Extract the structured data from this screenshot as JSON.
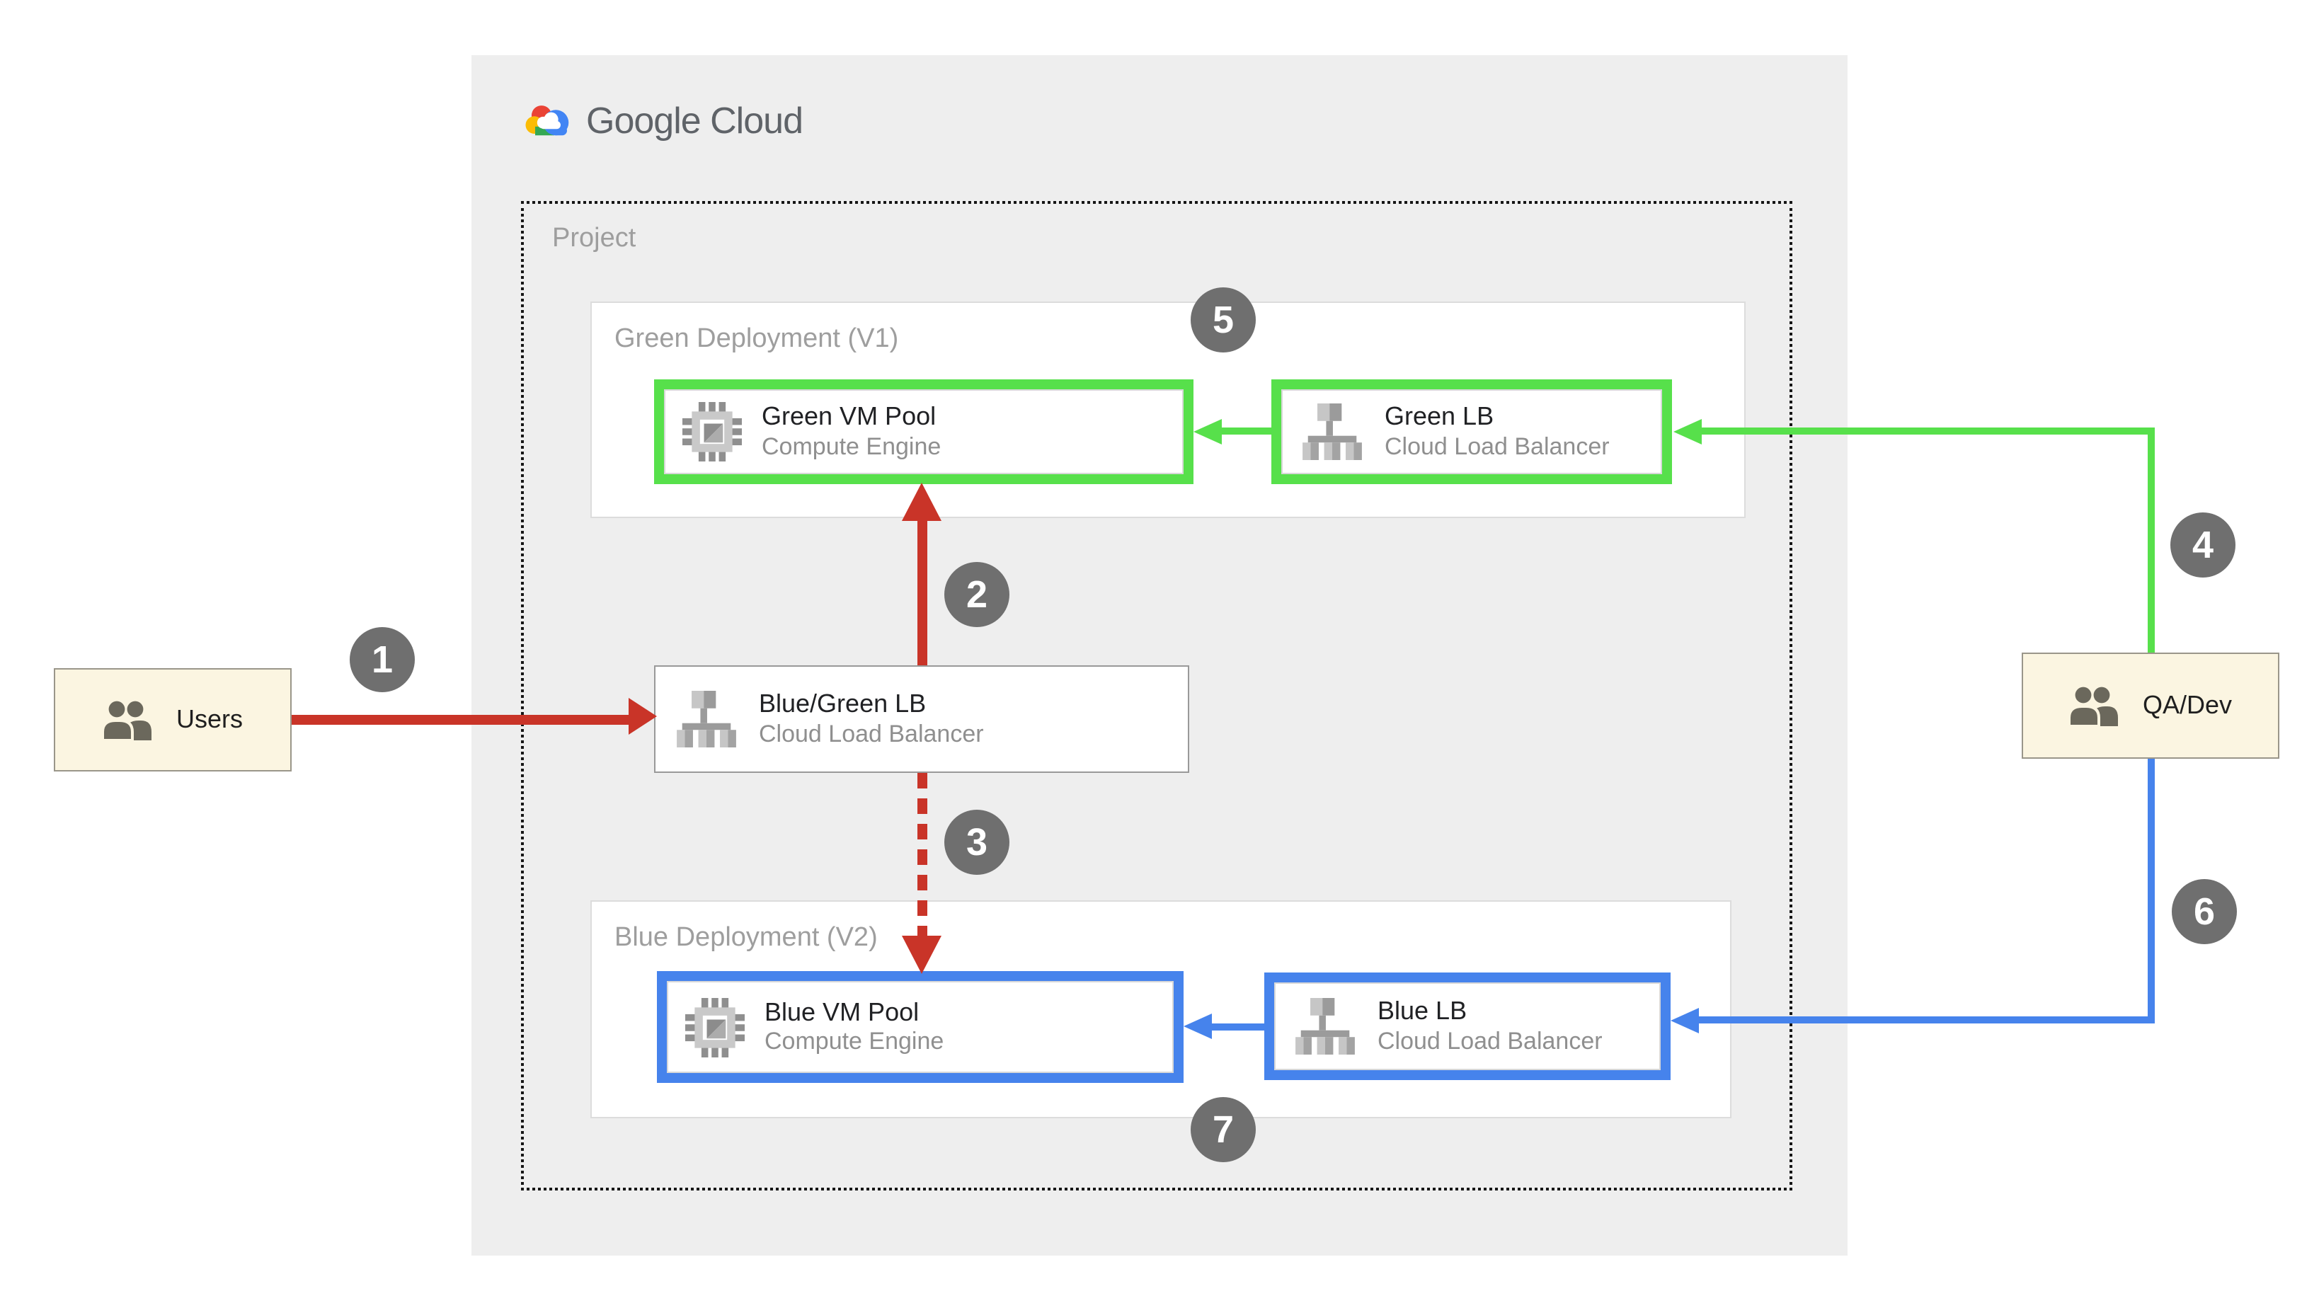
{
  "brand": {
    "name": "Google Cloud",
    "logo_icon": "google-cloud-logo"
  },
  "project": {
    "label": "Project"
  },
  "groups": {
    "green": {
      "title": "Green Deployment (V1)"
    },
    "blue": {
      "title": "Blue Deployment (V2)"
    }
  },
  "nodes": {
    "green_vm": {
      "title": "Green VM Pool",
      "subtitle": "Compute Engine",
      "icon": "compute-engine-icon"
    },
    "green_lb": {
      "title": "Green LB",
      "subtitle": "Cloud Load Balancer",
      "icon": "load-balancer-icon"
    },
    "bluegreen_lb": {
      "title": "Blue/Green LB",
      "subtitle": "Cloud Load Balancer",
      "icon": "load-balancer-icon"
    },
    "blue_vm": {
      "title": "Blue VM Pool",
      "subtitle": "Compute Engine",
      "icon": "compute-engine-icon"
    },
    "blue_lb": {
      "title": "Blue LB",
      "subtitle": "Cloud Load Balancer",
      "icon": "load-balancer-icon"
    }
  },
  "actors": {
    "users": {
      "label": "Users",
      "icon": "people-icon"
    },
    "qa_dev": {
      "label": "QA/Dev",
      "icon": "people-icon"
    }
  },
  "badges": {
    "b1": "1",
    "b2": "2",
    "b3": "3",
    "b4": "4",
    "b5": "5",
    "b6": "6",
    "b7": "7"
  },
  "colors": {
    "green": "#57E04B",
    "blue": "#4683EC",
    "red": "#C93428",
    "badge_gray": "#6F6F6F",
    "canvas_gray": "#EEEEEE",
    "actor_bg": "#FBF5E1",
    "label_gray": "#9E9E9E"
  }
}
